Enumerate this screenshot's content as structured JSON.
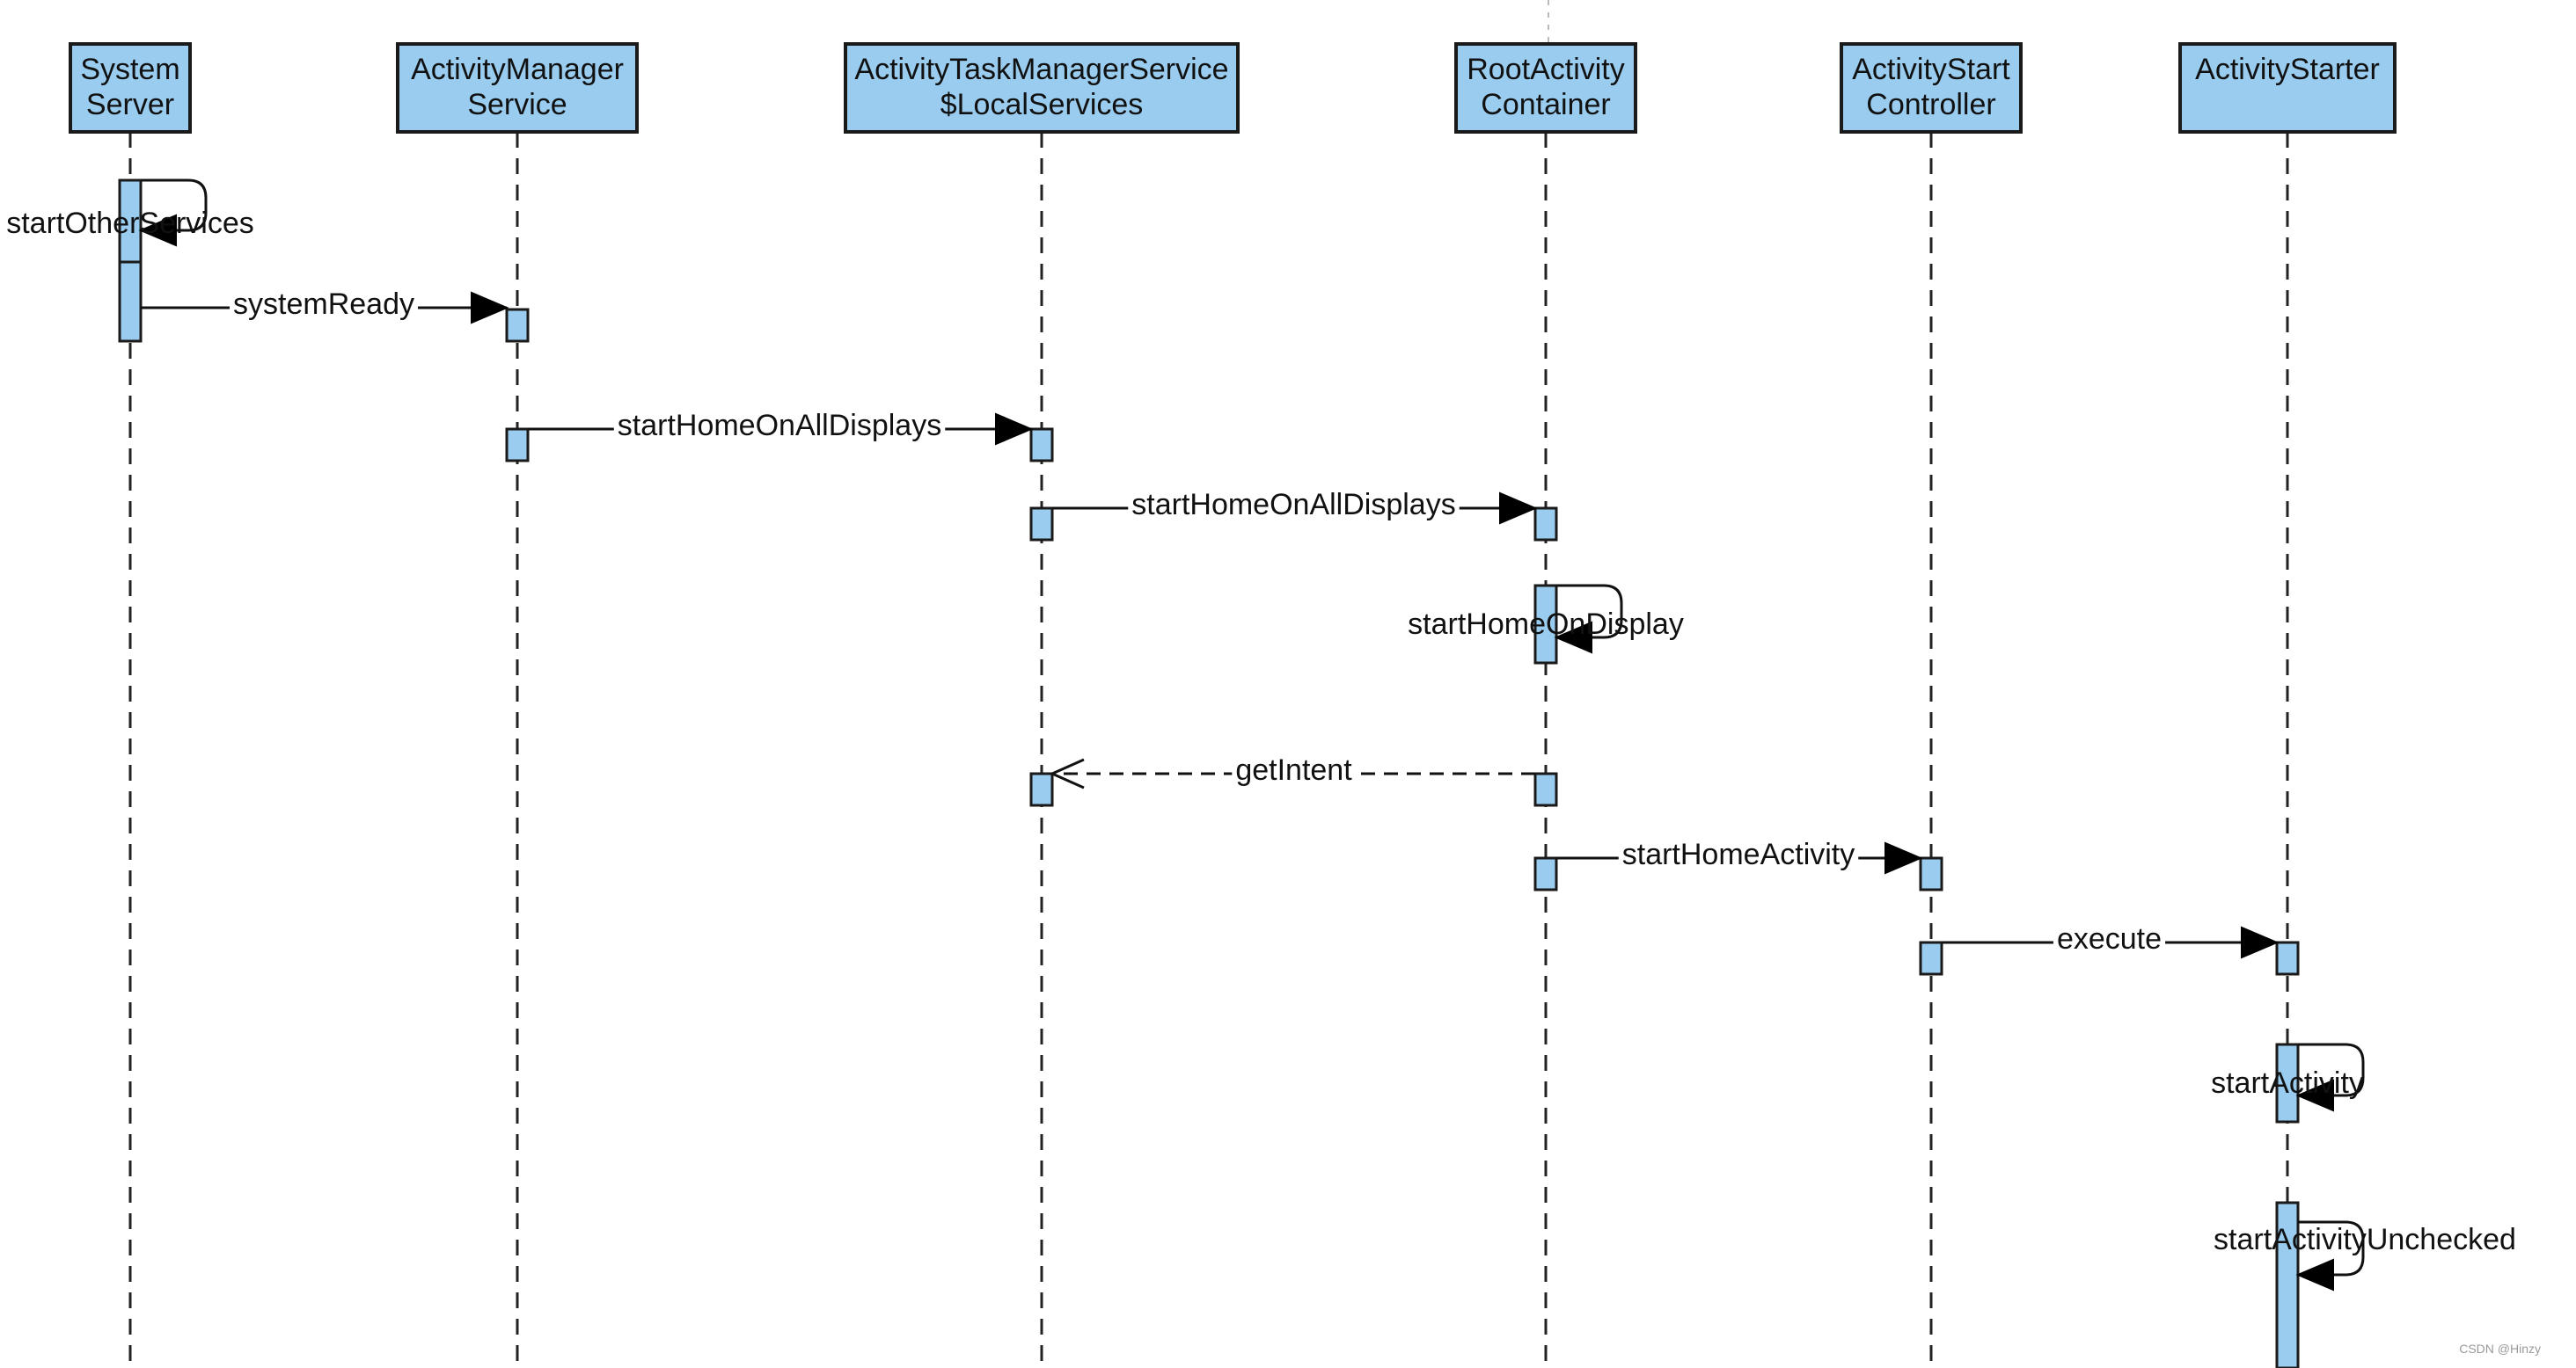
{
  "participants": [
    {
      "id": "system-server",
      "lines": [
        "System",
        "Server"
      ]
    },
    {
      "id": "activity-manager-service",
      "lines": [
        "ActivityManager",
        "Service"
      ]
    },
    {
      "id": "activity-task-manager-service-local",
      "lines": [
        "ActivityTaskManagerService",
        "$LocalServices"
      ]
    },
    {
      "id": "root-activity-container",
      "lines": [
        "RootActivity",
        "Container"
      ]
    },
    {
      "id": "activity-start-controller",
      "lines": [
        "ActivityStart",
        "Controller"
      ]
    },
    {
      "id": "activity-starter",
      "lines": [
        "ActivityStarter"
      ]
    }
  ],
  "messages": [
    {
      "from": 0,
      "to": 0,
      "label": "startOtherServices",
      "kind": "self"
    },
    {
      "from": 0,
      "to": 1,
      "label": "systemReady",
      "kind": "sync"
    },
    {
      "from": 1,
      "to": 2,
      "label": "startHomeOnAllDisplays",
      "kind": "sync"
    },
    {
      "from": 2,
      "to": 3,
      "label": "startHomeOnAllDisplays",
      "kind": "sync"
    },
    {
      "from": 3,
      "to": 3,
      "label": "startHomeOnDisplay",
      "kind": "self"
    },
    {
      "from": 3,
      "to": 2,
      "label": "getIntent",
      "kind": "return"
    },
    {
      "from": 3,
      "to": 4,
      "label": "startHomeActivity",
      "kind": "sync"
    },
    {
      "from": 4,
      "to": 5,
      "label": "execute",
      "kind": "sync"
    },
    {
      "from": 5,
      "to": 5,
      "label": "startActivity",
      "kind": "self"
    },
    {
      "from": 5,
      "to": 5,
      "label": "startActivityUnchecked",
      "kind": "self"
    }
  ],
  "watermark": "CSDN @Hinzy",
  "colors": {
    "participant_fill": "#99ccee",
    "activation_fill": "#99ccee",
    "stroke": "#1a1a1a",
    "background": "#ffffff"
  }
}
